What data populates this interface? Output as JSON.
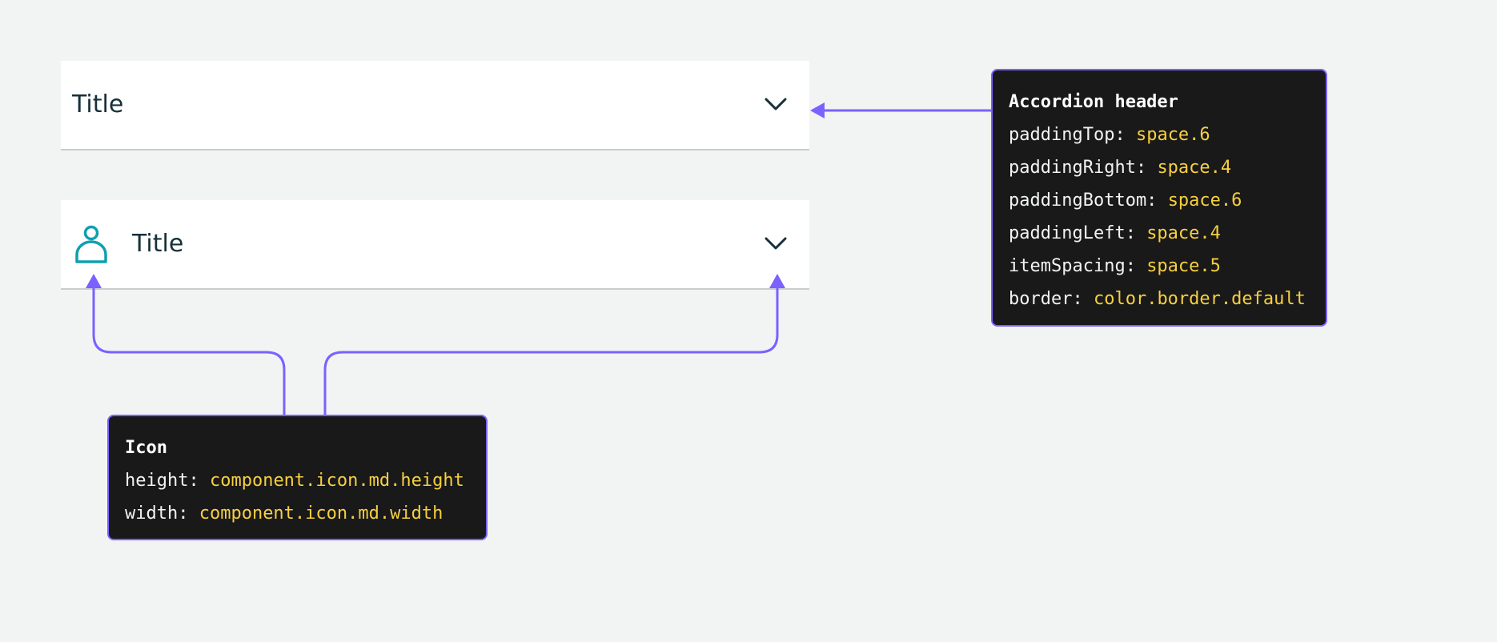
{
  "accordions": [
    {
      "title": "Title",
      "has_icon": false
    },
    {
      "title": "Title",
      "has_icon": true
    }
  ],
  "icons": {
    "expand": "chevron-down-icon",
    "leading": "user-icon"
  },
  "annotations": {
    "header": {
      "title": "Accordion header",
      "props": [
        {
          "key": "paddingTop: ",
          "value": "space.6"
        },
        {
          "key": "paddingRight: ",
          "value": "space.4"
        },
        {
          "key": "paddingBottom: ",
          "value": "space.6"
        },
        {
          "key": "paddingLeft: ",
          "value": "space.4"
        },
        {
          "key": "itemSpacing: ",
          "value": "space.5"
        },
        {
          "key": "border: ",
          "value": "color.border.default"
        }
      ]
    },
    "icon": {
      "title": "Icon",
      "props": [
        {
          "key": "height: ",
          "value": "component.icon.md.height"
        },
        {
          "key": "width: ",
          "value": "component.icon.md.width"
        }
      ]
    }
  },
  "colors": {
    "background": "#f2f3f3",
    "surface": "#ffffff",
    "border": "#c8cdcd",
    "text": "#16303a",
    "icon_accent": "#0f9fb0",
    "annotation_bg": "#19191a",
    "annotation_border": "#7b61ff",
    "connector": "#7b61ff",
    "token": "#f7d03f"
  }
}
